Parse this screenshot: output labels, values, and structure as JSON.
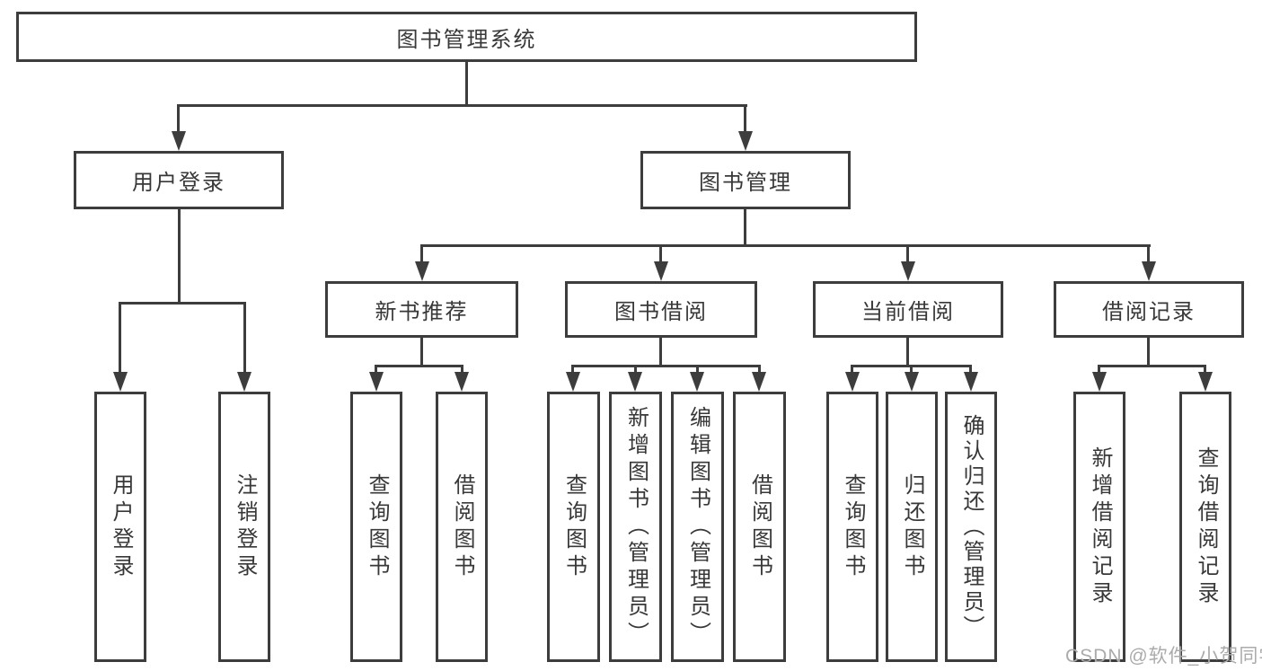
{
  "diagram": {
    "type": "hierarchy-tree",
    "tree": {
      "label": "图书管理系统",
      "children": [
        {
          "label": "用户登录",
          "children": [
            {
              "label": "用户登录"
            },
            {
              "label": "注销登录"
            }
          ]
        },
        {
          "label": "图书管理",
          "children": [
            {
              "label": "新书推荐",
              "children": [
                {
                  "label": "查询图书"
                },
                {
                  "label": "借阅图书"
                }
              ]
            },
            {
              "label": "图书借阅",
              "children": [
                {
                  "label": "查询图书"
                },
                {
                  "label": "新增图书（管理员）"
                },
                {
                  "label": "编辑图书（管理员）"
                },
                {
                  "label": "借阅图书"
                }
              ]
            },
            {
              "label": "当前借阅",
              "children": [
                {
                  "label": "查询图书"
                },
                {
                  "label": "归还图书"
                },
                {
                  "label": "确认归还（管理员）"
                }
              ]
            },
            {
              "label": "借阅记录",
              "children": [
                {
                  "label": "新增借阅记录"
                },
                {
                  "label": "查询借阅记录"
                }
              ]
            }
          ]
        }
      ]
    },
    "colors": {
      "line": "#3d3d3d",
      "text": "#383838",
      "background": "#ffffff",
      "watermark": "#ababab"
    }
  },
  "watermark": {
    "text": "CSDN @软件_小贺同学"
  }
}
